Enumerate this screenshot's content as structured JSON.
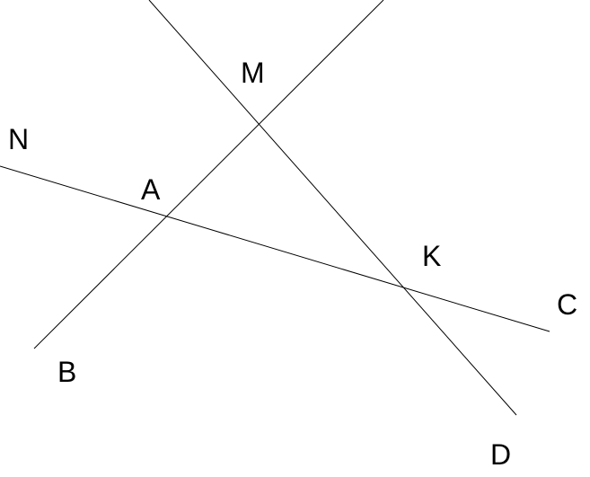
{
  "diagram": {
    "labels": {
      "m": "M",
      "n": "N",
      "a": "A",
      "k": "K",
      "c": "C",
      "b": "B",
      "d": "D"
    },
    "colors": {
      "ink": "#000000",
      "background": "#ffffff"
    }
  }
}
